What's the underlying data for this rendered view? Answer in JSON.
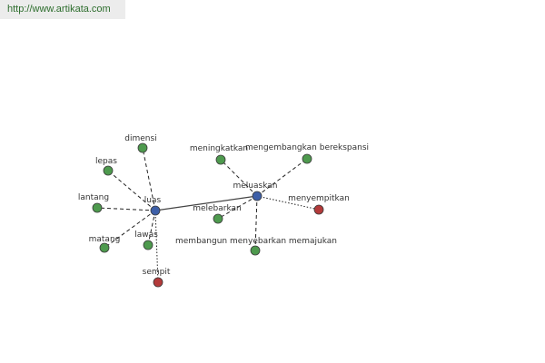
{
  "source_link": "http://www.artikata.com",
  "colors": {
    "hub": "#3d5fa8",
    "synonym": "#4e9a4e",
    "antonym": "#b33a3a",
    "link_hub": "#444444",
    "link_dashed": "#222222"
  },
  "nodes": [
    {
      "id": "luas",
      "label": "luas",
      "kind": "hub"
    },
    {
      "id": "dimensi",
      "label": "dimensi",
      "kind": "synonym"
    },
    {
      "id": "lepas",
      "label": "lepas",
      "kind": "synonym"
    },
    {
      "id": "lantang",
      "label": "lantang",
      "kind": "synonym"
    },
    {
      "id": "matang",
      "label": "matang",
      "kind": "synonym"
    },
    {
      "id": "lawas",
      "label": "lawas",
      "kind": "synonym"
    },
    {
      "id": "sempit",
      "label": "sempit",
      "kind": "antonym"
    },
    {
      "id": "meluaskan",
      "label": "meluaskan",
      "kind": "hub"
    },
    {
      "id": "meningkatkan",
      "label": "meningkatkan",
      "kind": "synonym"
    },
    {
      "id": "mengembangkan",
      "label": "mengembangkan berekspansi",
      "kind": "synonym"
    },
    {
      "id": "menyempitkan",
      "label": "menyempitkan",
      "kind": "antonym"
    },
    {
      "id": "melebarkan",
      "label": "melebarkan",
      "kind": "synonym"
    },
    {
      "id": "membangun",
      "label": "membangun menyebarkan memajukan",
      "kind": "synonym"
    }
  ],
  "edges": [
    {
      "from": "luas",
      "to": "meluaskan",
      "style": "solid"
    },
    {
      "from": "luas",
      "to": "dimensi",
      "style": "dashed"
    },
    {
      "from": "luas",
      "to": "lepas",
      "style": "dashed"
    },
    {
      "from": "luas",
      "to": "lantang",
      "style": "dashed"
    },
    {
      "from": "luas",
      "to": "matang",
      "style": "dashed"
    },
    {
      "from": "luas",
      "to": "lawas",
      "style": "dashed"
    },
    {
      "from": "luas",
      "to": "sempit",
      "style": "dotted"
    },
    {
      "from": "meluaskan",
      "to": "meningkatkan",
      "style": "dashed"
    },
    {
      "from": "meluaskan",
      "to": "mengembangkan",
      "style": "dashed"
    },
    {
      "from": "meluaskan",
      "to": "melebarkan",
      "style": "dashed"
    },
    {
      "from": "meluaskan",
      "to": "membangun",
      "style": "dashed"
    },
    {
      "from": "meluaskan",
      "to": "menyempitkan",
      "style": "dotted"
    }
  ]
}
